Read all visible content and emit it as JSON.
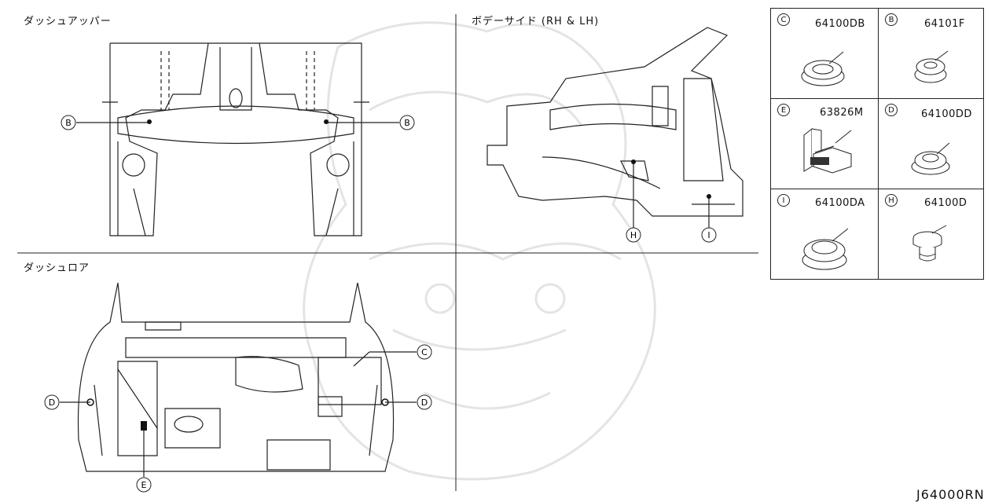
{
  "sections": {
    "dash_upper": "ダッシュアッパー",
    "body_side": "ボデーサイド (RH & LH)",
    "dash_lower": "ダッシュロア"
  },
  "callouts": {
    "b": "B",
    "c": "C",
    "d": "D",
    "e": "E",
    "h": "H",
    "i": "I"
  },
  "parts": [
    {
      "letter": "C",
      "number": "64100DB"
    },
    {
      "letter": "B",
      "number": "64101F"
    },
    {
      "letter": "E",
      "number": "63826M"
    },
    {
      "letter": "D",
      "number": "64100DD"
    },
    {
      "letter": "I",
      "number": "64100DA"
    },
    {
      "letter": "H",
      "number": "64100D"
    }
  ],
  "diagram_ref": "J64000RN"
}
